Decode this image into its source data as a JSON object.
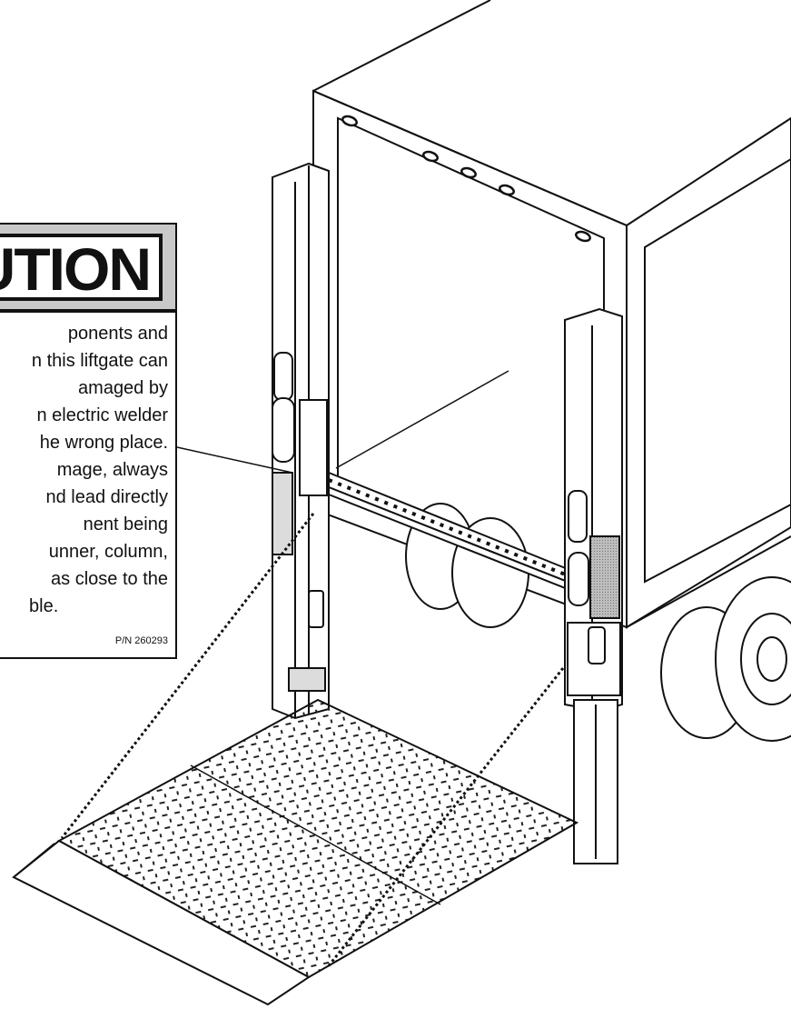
{
  "caution_decal": {
    "title": "UTION",
    "lines": [
      "ponents and",
      "n this liftgate can",
      "amaged by",
      "n electric welder",
      "he wrong place.",
      "mage, always",
      "nd lead directly",
      "nent being",
      "unner, column,",
      "as close to the",
      "ble."
    ],
    "part_number": "P/N 260293"
  },
  "colors": {
    "ink": "#111111",
    "panel_gray": "#c9c9c9",
    "paper": "#ffffff"
  }
}
